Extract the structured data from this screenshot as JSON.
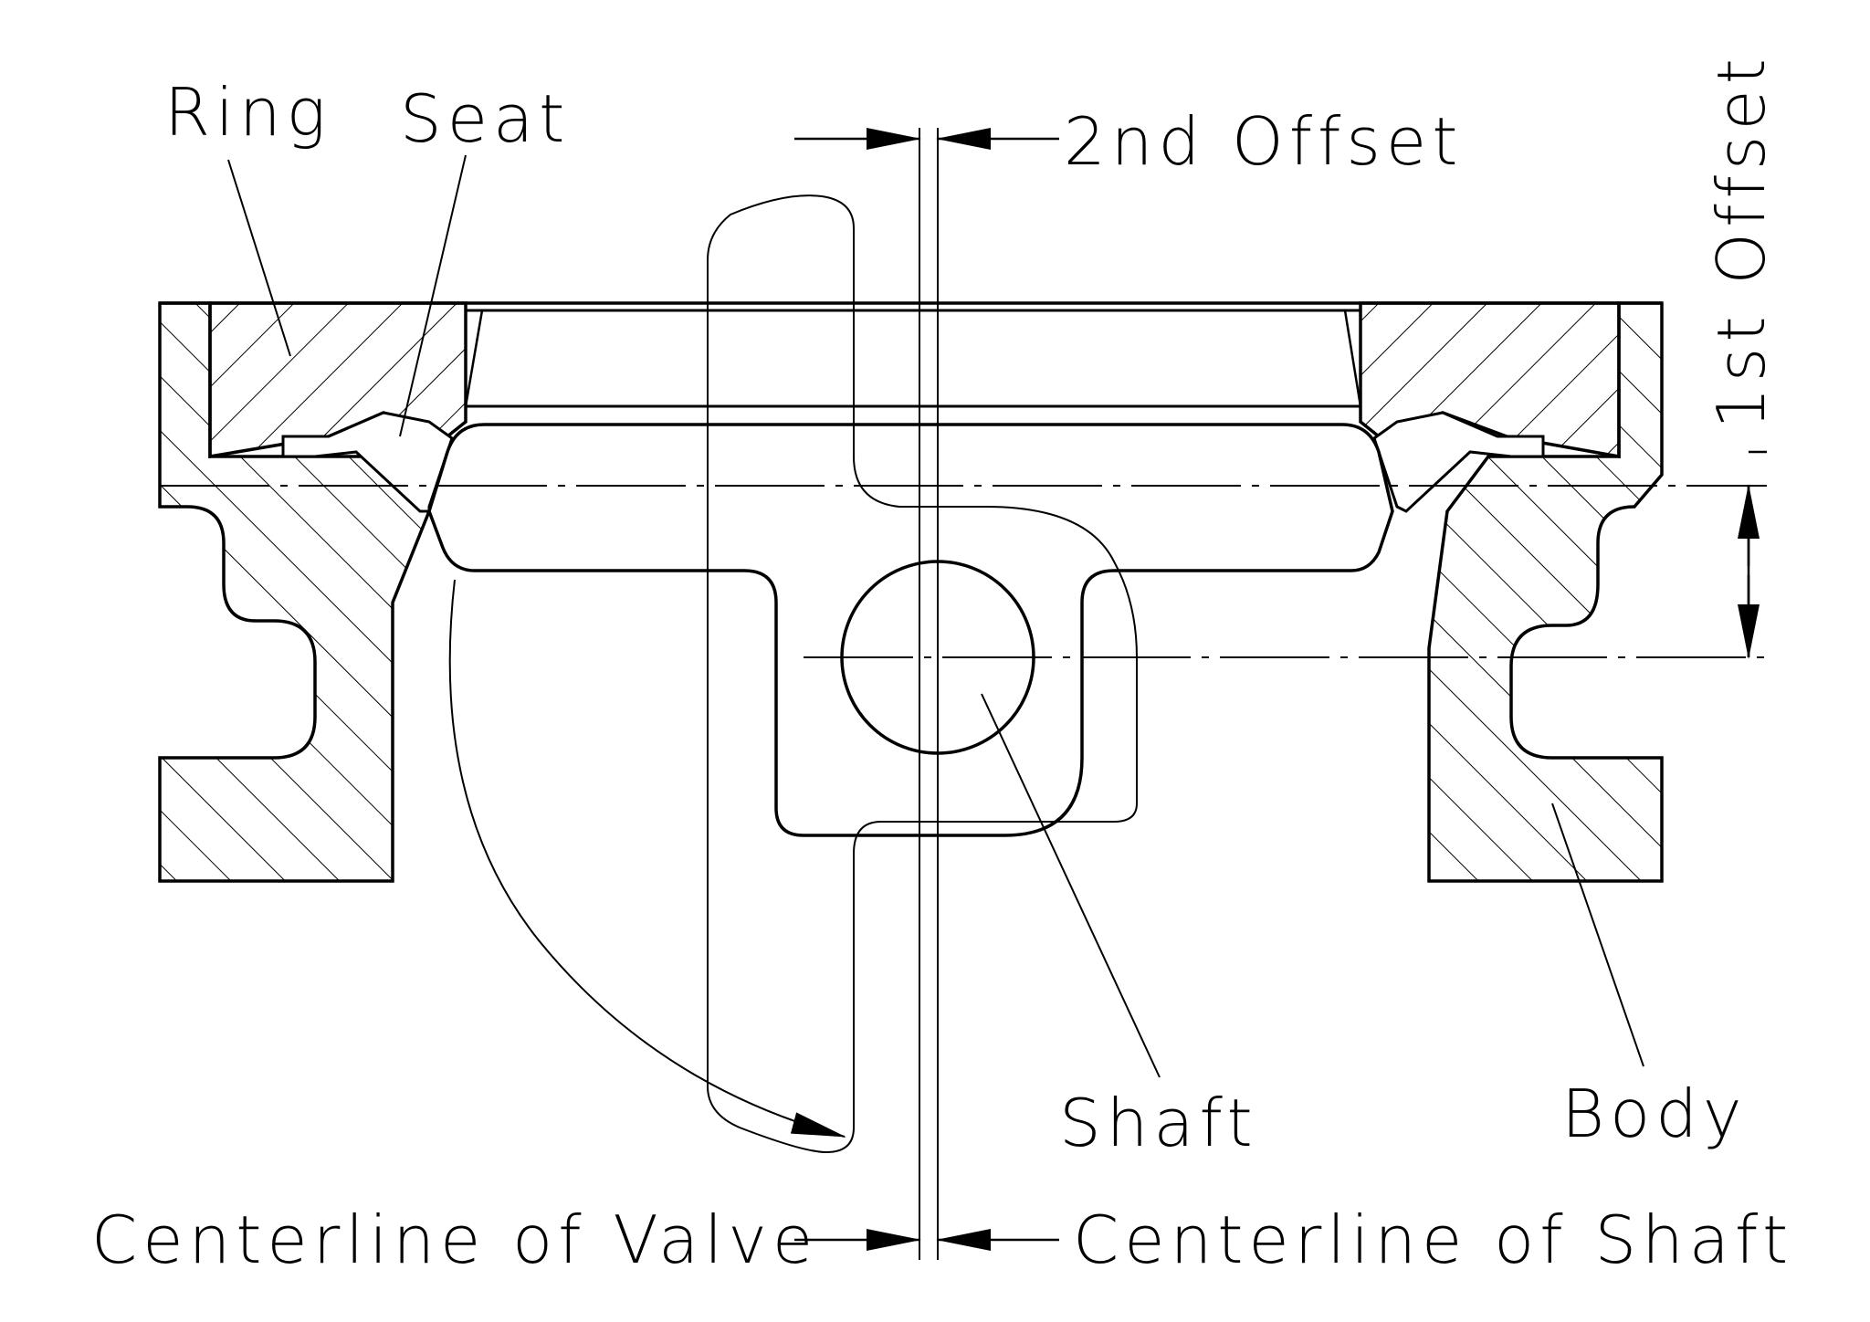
{
  "diagram": {
    "labels": {
      "ring": "Ring",
      "seat": "Seat",
      "second_offset": "2nd Offset",
      "first_offset": "1st Offset",
      "shaft": "Shaft",
      "body": "Body",
      "centerline_valve": "Centerline of Valve",
      "centerline_shaft": "Centerline of Shaft"
    },
    "colors": {
      "line": "#000000",
      "background": "#ffffff"
    }
  }
}
